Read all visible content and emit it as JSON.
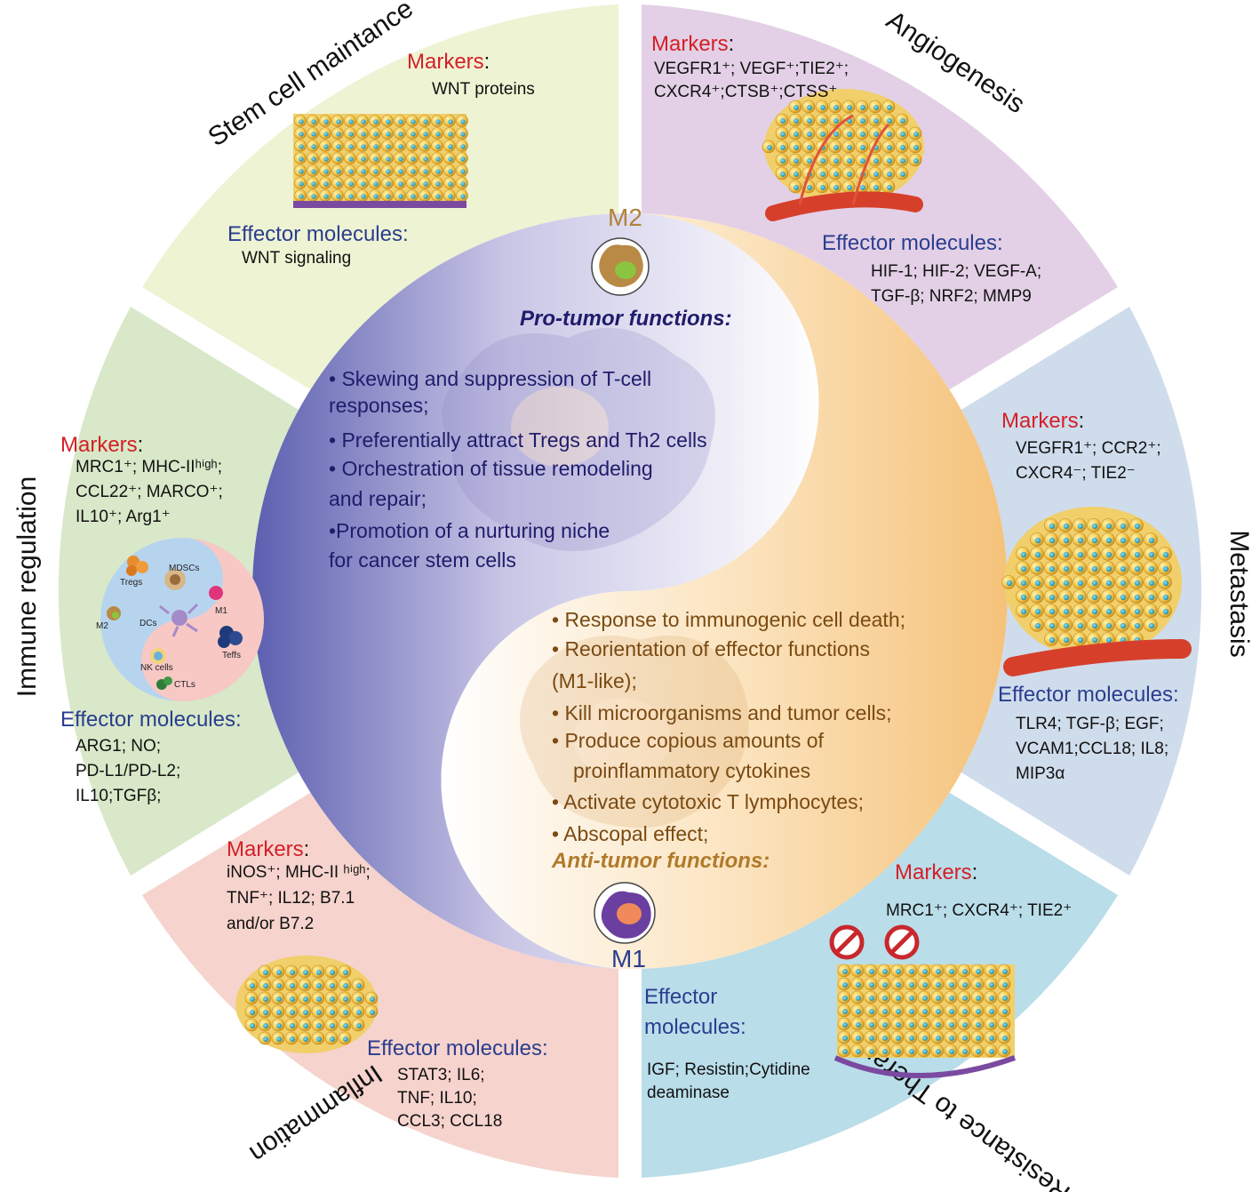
{
  "colors": {
    "stem": "#eef3d3",
    "angio": "#e3d0e6",
    "metastasis": "#cfdcec",
    "resistance": "#b9dde9",
    "inflammation": "#f6d3cd",
    "immune": "#d8e8c8",
    "pro_side": "#6b6cb5",
    "anti_side": "#f5c880",
    "marker_red": "#d42027",
    "effector_blue": "#2a3d8f"
  },
  "center": {
    "m2_label": "M2",
    "m1_label": "M1",
    "pro_title": "Pro-tumor functions:",
    "pro_items": [
      "• Skewing and suppression of T-cell",
      "responses;",
      "• Preferentially attract Tregs and Th2 cells",
      "• Orchestration of tissue remodeling",
      "and repair;",
      "•Promotion of a nurturing niche",
      "for cancer stem cells"
    ],
    "anti_title": "Anti-tumor functions:",
    "anti_items": [
      "• Response to immunogenic cell death;",
      "• Reorientation of effector functions",
      "(M1-like);",
      "• Kill microorganisms and tumor cells;",
      "• Produce copious amounts of",
      "proinflammatory cytokines",
      "• Activate cytotoxic T lymphocytes;",
      "• Abscopal effect;"
    ]
  },
  "segments": {
    "stem": {
      "title": "Stem cell maintance",
      "markers_label": "Markers",
      "colon": ":",
      "markers": [
        "WNT proteins"
      ],
      "effector_label": "Effector molecules:",
      "effectors": [
        "WNT signaling"
      ]
    },
    "angio": {
      "title": "Angiogenesis",
      "markers_label": "Markers",
      "colon": ":",
      "markers": [
        "VEGFR1⁺; VEGF⁺;TIE2⁺;",
        "CXCR4⁺;CTSB⁺;CTSS⁺"
      ],
      "effector_label": "Effector molecules:",
      "effectors": [
        "HIF-1; HIF-2; VEGF-A;",
        "TGF-β; NRF2; MMP9"
      ]
    },
    "metastasis": {
      "title": "Metastasis",
      "markers_label": "Markers",
      "colon": ":",
      "markers": [
        "VEGFR1⁺; CCR2⁺;",
        "CXCR4⁻; TIE2⁻"
      ],
      "effector_label": "Effector molecules:",
      "effectors": [
        "TLR4; TGF-β; EGF;",
        "VCAM1;CCL18; IL8;",
        "MIP3α"
      ]
    },
    "resistance": {
      "title": "Resistance to Therapy",
      "markers_label": "Markers",
      "colon": ":",
      "markers": [
        "MRC1⁺; CXCR4⁺; TIE2⁺"
      ],
      "effector_label_1": "Effector",
      "effector_label_2": "molecules:",
      "effectors": [
        "IGF; Resistin;Cytidine",
        "deaminase"
      ]
    },
    "inflammation": {
      "title": "Inflammation",
      "markers_label": "Markers",
      "colon": ":",
      "markers": [
        "iNOS⁺; MHC-II ʰⁱᵍʰ;",
        "TNF⁺; IL12; B7.1",
        "and/or B7.2"
      ],
      "effector_label": "Effector molecules:",
      "effectors": [
        "STAT3; IL6;",
        "TNF; IL10;",
        "CCL3; CCL18"
      ]
    },
    "immune": {
      "title": "Immune regulation",
      "markers_label": "Markers",
      "colon": ":",
      "markers": [
        "MRC1⁺; MHC-IIʰⁱᵍʰ;",
        "CCL22⁺; MARCO⁺;",
        "IL10⁺; Arg1⁺"
      ],
      "effector_label": "Effector molecules:",
      "effectors": [
        "ARG1; NO;",
        "PD-L1/PD-L2;",
        "IL10;TGFβ;"
      ],
      "cells": [
        "Tregs",
        "MDSCs",
        "M1",
        "M2",
        "DCs",
        "Teffs",
        "NK cells",
        "CTLs"
      ]
    }
  }
}
